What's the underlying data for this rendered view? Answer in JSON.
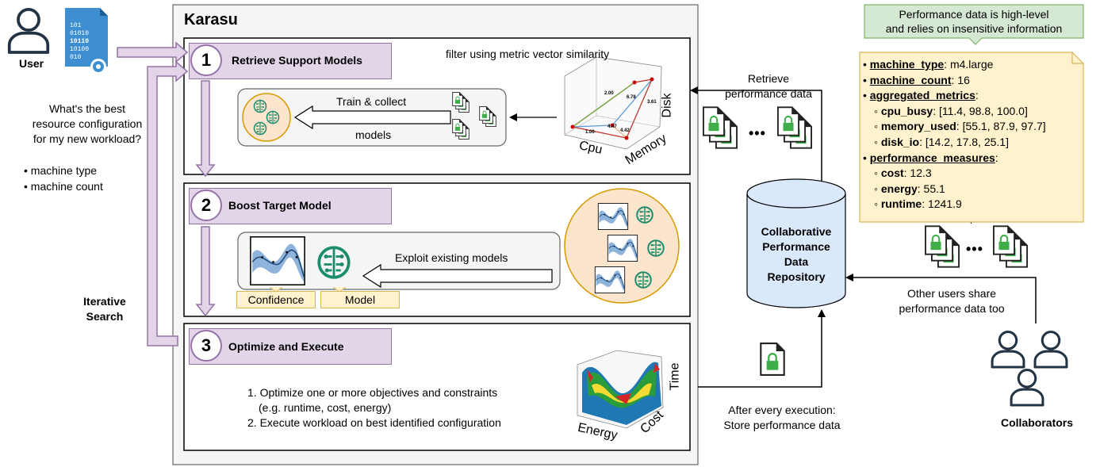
{
  "user": {
    "label": "User"
  },
  "question": {
    "lines": [
      "What's the best",
      "resource configuration",
      "for my new workload?"
    ],
    "bullets": [
      "machine type",
      "machine count"
    ]
  },
  "iterative_search": [
    "Iterative",
    "Search"
  ],
  "karasu": {
    "title": "Karasu",
    "step1": {
      "number": "1",
      "title": "Retrieve Support Models",
      "filter_text": "filter using metric vector similarity",
      "train_text": "Train & collect",
      "models_text": "models",
      "plot_axes": {
        "x": "Cpu",
        "y": "Memory",
        "z": "Disk"
      },
      "plot_labels": [
        "2.00",
        "6.78",
        "3.61",
        "4.47",
        "4.42",
        "1.00"
      ]
    },
    "step2": {
      "number": "2",
      "title": "Boost Target Model",
      "exploit_text": "Exploit existing models",
      "confidence_label": "Confidence",
      "model_label": "Model"
    },
    "step3": {
      "number": "3",
      "title": "Optimize and Execute",
      "items": [
        "1. Optimize one or more objectives and constraints",
        "(e.g. runtime, cost, energy)",
        "2. Execute workload on best identified configuration"
      ],
      "plot_axes": {
        "x": "Energy",
        "y": "Cost",
        "z": "Time"
      }
    }
  },
  "retrieve_perf": [
    "Retrieve",
    "performance data"
  ],
  "repository": [
    "Collaborative",
    "Performance",
    "Data",
    "Repository"
  ],
  "after_exec": [
    "After every execution:",
    "Store performance data"
  ],
  "callout": [
    "Performance data is high-level",
    "and relies on insensitive information"
  ],
  "note": {
    "machine_type_key": "machine_type",
    "machine_type_val": ": m4.large",
    "machine_count_key": "machine_count",
    "machine_count_val": ": 16",
    "agg_key": "aggregated_metrics",
    "agg_val": ":",
    "cpu_key": "cpu_busy",
    "cpu_val": ": [11.4, 98.8, 100.0]",
    "mem_key": "memory_used",
    "mem_val": ": [55.1, 87.9, 97.7]",
    "disk_key": "disk_io",
    "disk_val": ": [14.2, 17.8, 25.1]",
    "perf_key": "performance_measures",
    "perf_val": ":",
    "cost_key": "cost",
    "cost_val": ": 12.3",
    "energy_key": "energy",
    "energy_val": ": 55.1",
    "runtime_key": "runtime",
    "runtime_val": ": 1241.9"
  },
  "other_users": [
    "Other users share",
    "performance data too"
  ],
  "collaborators": {
    "label": "Collaborators"
  },
  "ellipsis": "•••",
  "colors": {
    "step_fill": "#e1d5e7",
    "step_stroke": "#9673a6",
    "orange_fill": "#fce5cd",
    "orange_stroke": "#d79b00",
    "note_fill": "#fff2cc",
    "callout_fill": "#d5e8d4",
    "callout_stroke": "#82b366",
    "repo_fill": "#dae8fc",
    "lock_green": "#3fae49",
    "icon_blue": "#3d8fd1",
    "brain_green": "#1a8b6b"
  }
}
